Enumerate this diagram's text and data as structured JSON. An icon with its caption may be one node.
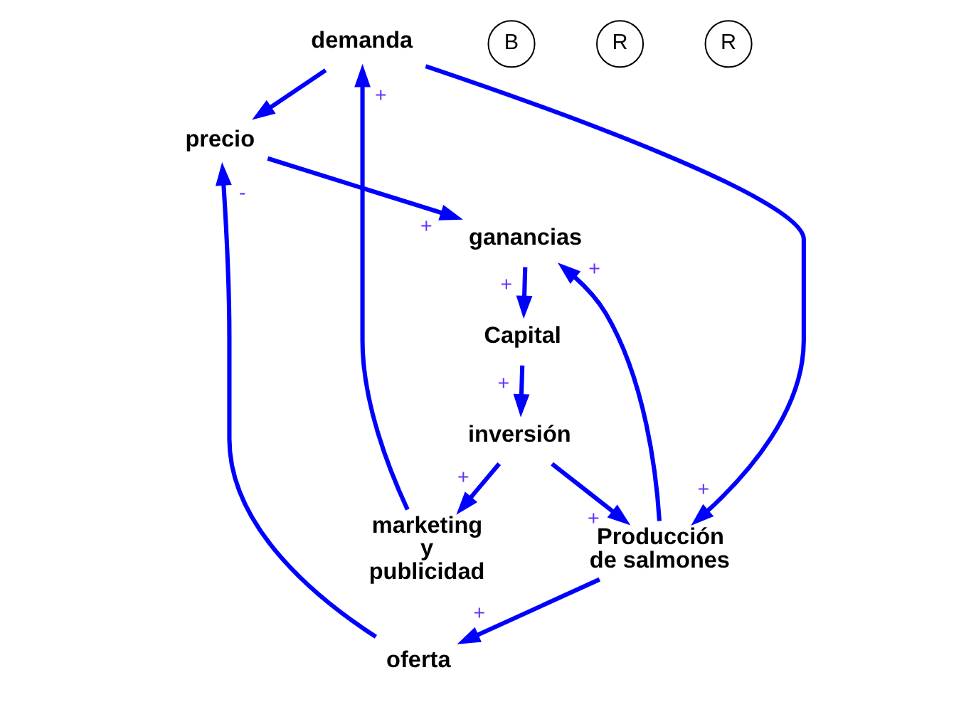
{
  "diagram": {
    "nodes": [
      {
        "text": [
          "demanda"
        ]
      },
      {
        "text": [
          "oferta"
        ]
      },
      {
        "text": [
          "precio"
        ]
      },
      {
        "text": [
          "Producción de salmones"
        ]
      },
      {
        "text": [
          "ganancias"
        ]
      },
      {
        "text": [
          "marketing y publicidad"
        ]
      },
      {
        "text": [
          "Capital"
        ]
      },
      {
        "text": [
          "inversión"
        ]
      }
    ],
    "edges": [
      {
        "from": 0,
        "to": 3,
        "arrow": "to",
        "label": "+"
      },
      {
        "from": 0,
        "to": 2,
        "arrow": "to"
      },
      {
        "from": 1,
        "to": 2,
        "arrow": "to",
        "label": "-"
      },
      {
        "from": 3,
        "to": 1,
        "arrow": "to",
        "label": "+"
      },
      {
        "from": 2,
        "to": 4,
        "arrow": "to",
        "label": "+"
      },
      {
        "from": 3,
        "to": 4,
        "arrow": "to",
        "label": "+"
      },
      {
        "from": 4,
        "to": 6,
        "arrow": "to",
        "label": "+"
      },
      {
        "from": 6,
        "to": 7,
        "arrow": "to",
        "label": "+"
      },
      {
        "from": 7,
        "to": 3,
        "arrow": "to",
        "label": "+"
      },
      {
        "from": 7,
        "to": 5,
        "arrow": "to",
        "label": "+"
      },
      {
        "from": 5,
        "to": 0,
        "arrow": "to",
        "label": "+"
      }
    ],
    "labels": [
      "B",
      "R",
      "R"
    ]
  }
}
